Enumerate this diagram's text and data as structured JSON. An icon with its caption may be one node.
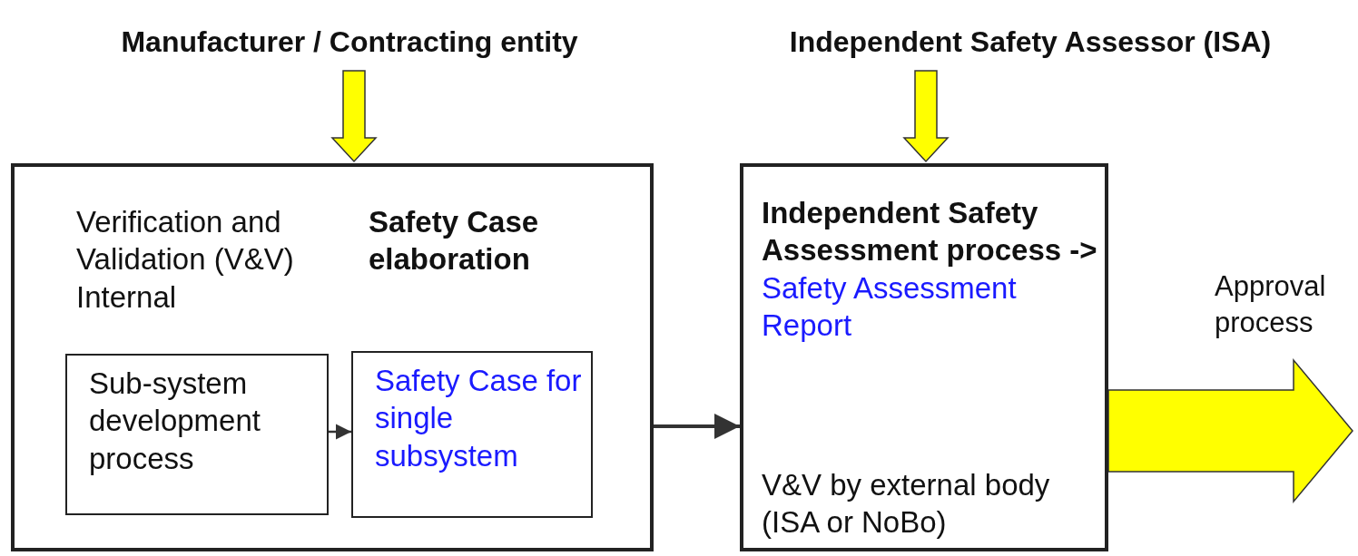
{
  "diagram": {
    "nodes": [
      {
        "text": [
          "Manufacturer / Contracting entity"
        ]
      },
      {
        "text": [
          "Independent Safety Assessor (ISA)"
        ]
      },
      {
        "text": [
          "Verification and Validation (V&V) Internal",
          "Safety Case elaboration"
        ]
      },
      {
        "text": [
          "Sub-system development process"
        ],
        "in": 2
      },
      {
        "text": [
          "Safety Case for single subsystem"
        ],
        "in": 2
      },
      {
        "text": [
          "**Independent Safety Assessment process ->** Safety Assessment Report",
          "V&V by external body (ISA or NoBo)"
        ]
      }
    ],
    "edges": [
      {
        "from": 0,
        "to": 2,
        "arrow": "to",
        "style": "thick",
        "color": "#ffff00"
      },
      {
        "from": 1,
        "to": 5,
        "arrow": "to",
        "style": "thick",
        "color": "#ffff00"
      },
      {
        "from": 3,
        "to": 4,
        "arrow": "to",
        "color": "#333333"
      },
      {
        "from": 2,
        "to": 5,
        "arrow": "to",
        "color": "#333333"
      },
      {
        "from": 5,
        "to": null,
        "arrow": "to",
        "label": "Approval process",
        "style": "thick",
        "color": "#ffff00"
      }
    ]
  }
}
